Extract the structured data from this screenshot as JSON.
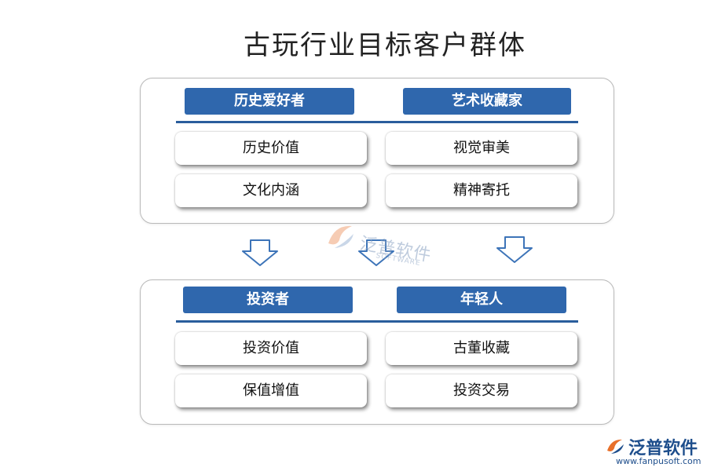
{
  "title": "古玩行业目标客户群体",
  "groups": {
    "top": {
      "left_header": "历史爱好者",
      "right_header": "艺术收藏家",
      "left_items": [
        "历史价值",
        "文化内涵"
      ],
      "right_items": [
        "视觉审美",
        "精神寄托"
      ]
    },
    "bottom": {
      "left_header": "投资者",
      "right_header": "年轻人",
      "left_items": [
        "投资价值",
        "保值增值"
      ],
      "right_items": [
        "古董收藏",
        "投资交易"
      ]
    }
  },
  "watermark": {
    "text": "泛普软件",
    "sub": "SOFTWARE"
  },
  "logo": {
    "name": "泛普软件",
    "url": "www.fanpusoft.com"
  },
  "colors": {
    "header_blue": "#2f67ad",
    "divider_blue": "#2a5d9c",
    "arrow_blue": "#3d74b8",
    "logo_orange": "#e8702a"
  }
}
